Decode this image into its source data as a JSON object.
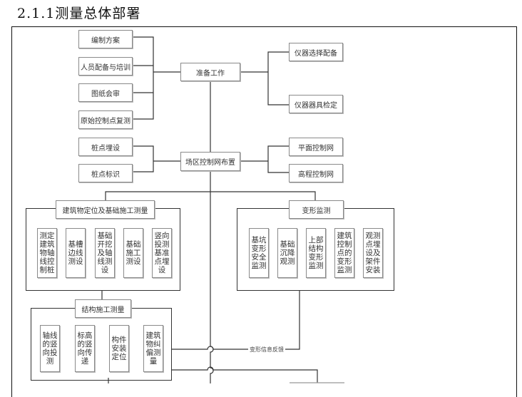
{
  "heading": "2.1.1测量总体部署",
  "prep": {
    "title": "准备工作",
    "left_items": [
      "编制方案",
      "人员配备与培训",
      "图纸会审",
      "原始控制点复测"
    ],
    "right_items": [
      "仪器选择配备",
      "仪器器具检定"
    ]
  },
  "site_control": {
    "title": "场区控制网布置",
    "left_items": [
      "桩点埋设",
      "桩点标识"
    ],
    "right_items": [
      "平面控制网",
      "高程控制网"
    ]
  },
  "foundation": {
    "title": "建筑物定位及基础施工测量",
    "items": [
      "测定建筑物轴线控制桩",
      "基槽边线测设",
      "基础开挖及轴线测设",
      "基础施工测设",
      "竖向投测基准点埋设"
    ]
  },
  "deformation": {
    "title": "变形监测",
    "items": [
      "基坑变形安全监测",
      "基础沉降观测",
      "上部结构变形监测",
      "建筑控制点的变形监测",
      "观测点埋设及架件安装"
    ]
  },
  "structure": {
    "title": "结构施工测量",
    "items": [
      "轴线的竖向投测",
      "标高的竖向传递",
      "构件安装定位",
      "建筑物纠偏测量"
    ]
  },
  "feedback_label": "变形信息反馈"
}
